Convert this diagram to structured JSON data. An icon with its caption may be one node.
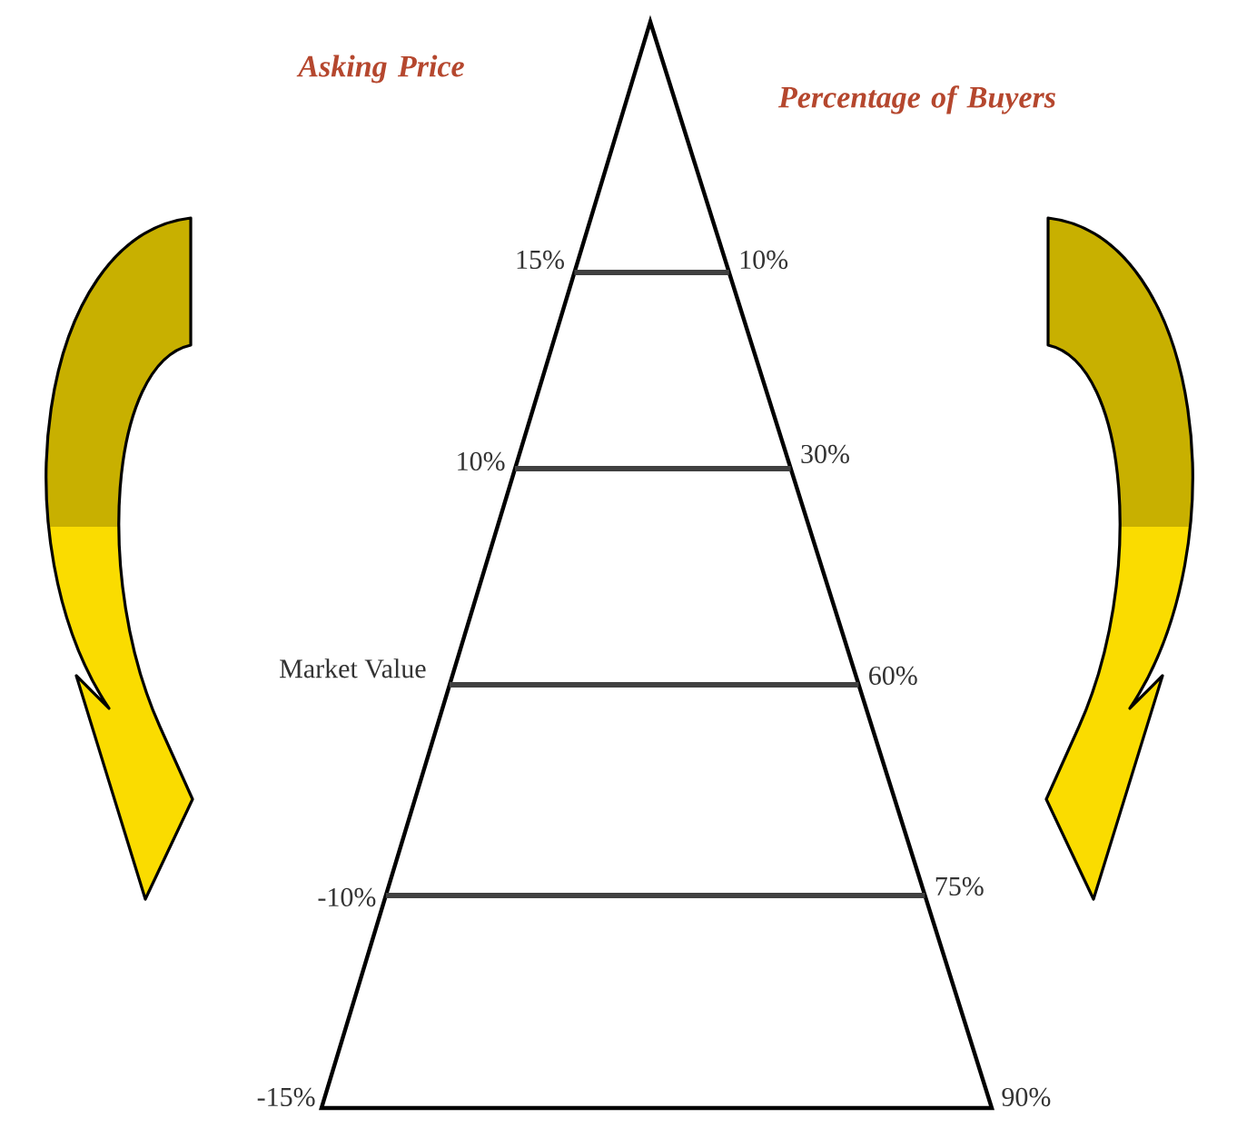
{
  "diagram": {
    "labels": [
      "Asking Price",
      "Percentage of Buyers",
      "15%",
      "10%",
      "10%",
      "30%",
      "Market Value",
      "60%",
      "-10%",
      "75%",
      "-15%",
      "90%"
    ]
  }
}
